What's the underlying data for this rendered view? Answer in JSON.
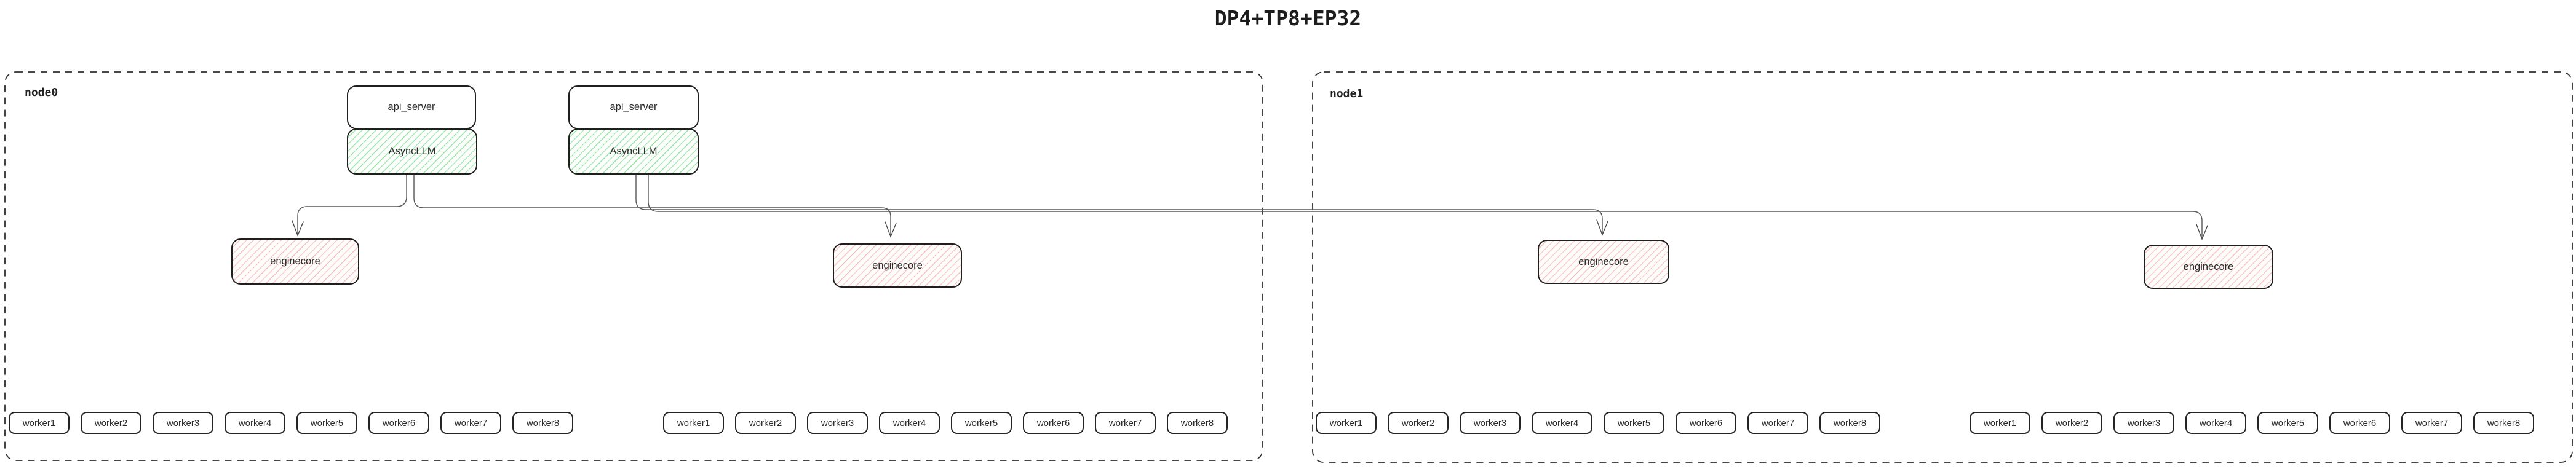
{
  "title": "DP4+TP8+EP32",
  "colors": {
    "asyncllm_hatch": "#6edc82",
    "enginecore_hatch": "#f29690",
    "connector": "#565656",
    "box_border": "#1f1f1f",
    "node_border": "#2f2f2f"
  },
  "node0": {
    "label": "node0",
    "api_servers": [
      {
        "title": "api_server",
        "llm": "AsyncLLM"
      },
      {
        "title": "api_server",
        "llm": "AsyncLLM"
      }
    ],
    "enginecores": [
      "enginecore",
      "enginecore"
    ],
    "worker_groups": [
      [
        "worker1",
        "worker2",
        "worker3",
        "worker4",
        "worker5",
        "worker6",
        "worker7",
        "worker8"
      ],
      [
        "worker1",
        "worker2",
        "worker3",
        "worker4",
        "worker5",
        "worker6",
        "worker7",
        "worker8"
      ]
    ]
  },
  "node1": {
    "label": "node1",
    "enginecores": [
      "enginecore",
      "enginecore"
    ],
    "worker_groups": [
      [
        "worker1",
        "worker2",
        "worker3",
        "worker4",
        "worker5",
        "worker6",
        "worker7",
        "worker8"
      ],
      [
        "worker1",
        "worker2",
        "worker3",
        "worker4",
        "worker5",
        "worker6",
        "worker7",
        "worker8"
      ]
    ]
  }
}
